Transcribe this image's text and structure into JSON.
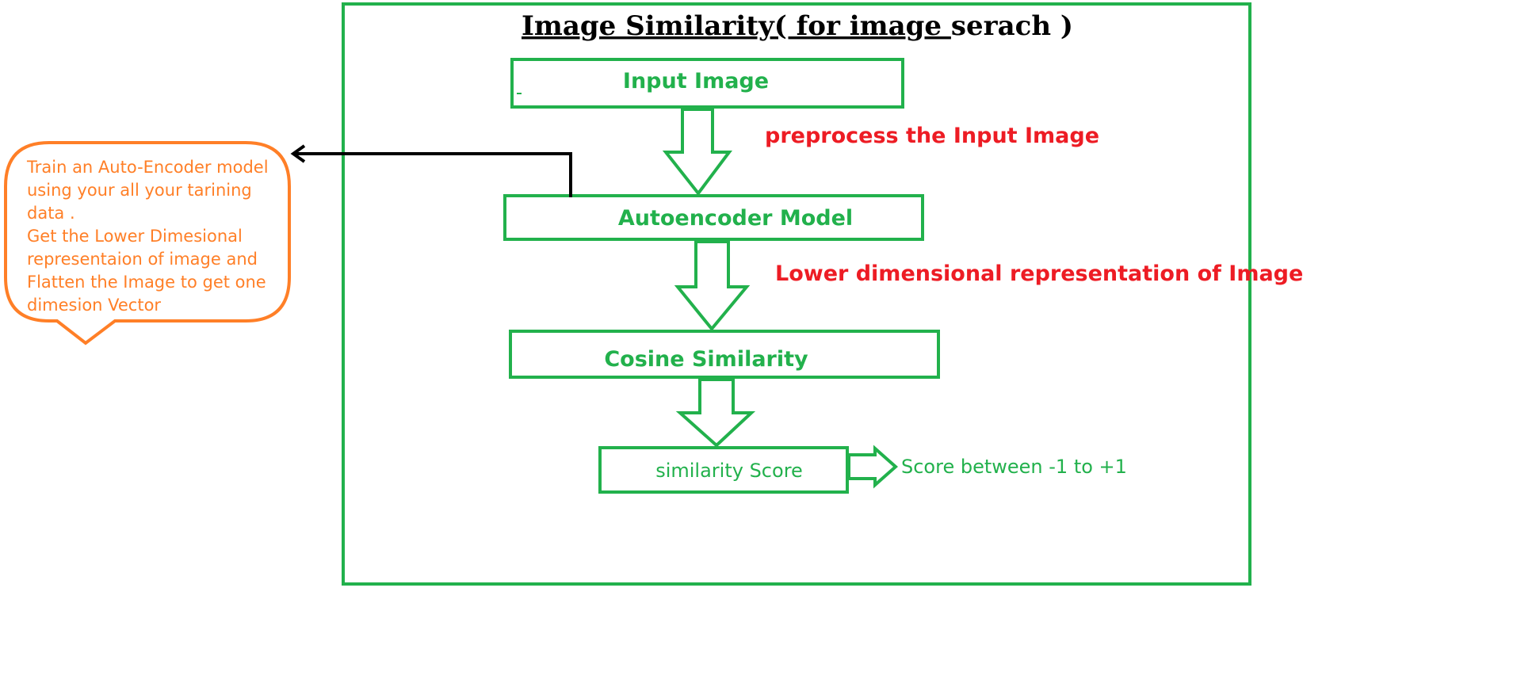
{
  "title": {
    "underlined_part": "Image Similarity( for image ",
    "rest_part": "serach )"
  },
  "boxes": {
    "input_image": "Input Image",
    "autoencoder_model": "Autoencoder Model",
    "cosine_similarity": "Cosine Similarity",
    "similarity_score": "similarity Score"
  },
  "annotations": {
    "preprocess": "preprocess the Input  Image",
    "lower_dim": "Lower dimensional representation of Image",
    "score_range": "Score between -1 to +1"
  },
  "callout": {
    "lines": [
      "Train an Auto-Encoder model",
      "using your all your tarining",
      "data .",
      "Get the Lower Dimesional",
      "representaion of image and",
      "Flatten the Image to get one",
      "dimesion Vector"
    ]
  },
  "colors": {
    "green": "#22b14c",
    "red": "#ed1c24",
    "orange": "#ff7f27",
    "black": "#000000"
  }
}
